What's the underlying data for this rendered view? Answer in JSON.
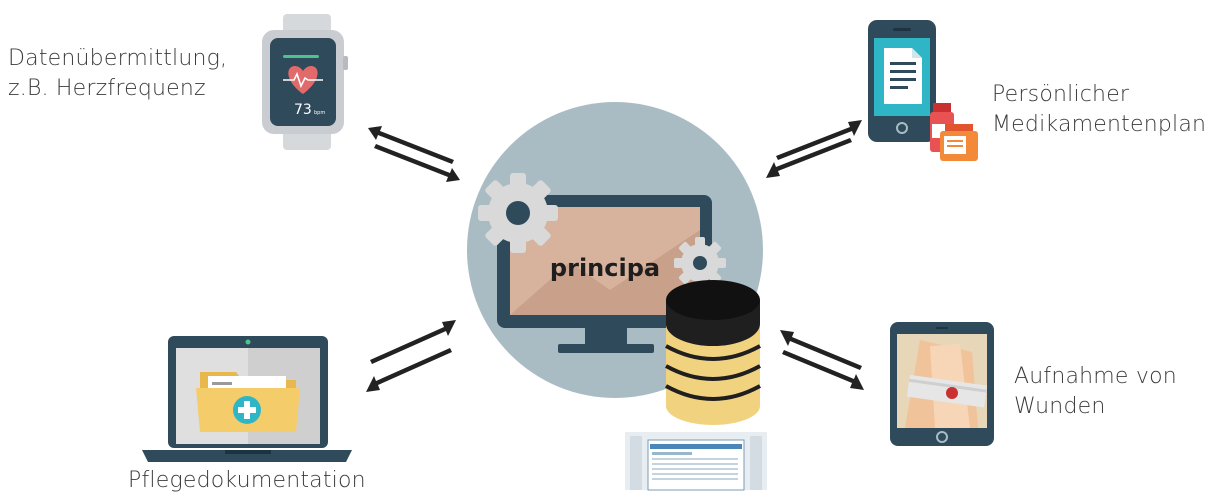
{
  "center": {
    "label": "principa"
  },
  "nodes": {
    "watch": {
      "line1": "Datenübermittlung,",
      "line2": "z.B. Herzfrequenz",
      "reading": "73",
      "unit": "bpm"
    },
    "phone": {
      "line1": "Persönlicher",
      "line2": "Medikamentenplan"
    },
    "laptop": {
      "line1": "Pflegedokumentation"
    },
    "tablet": {
      "line1": "Aufnahme von",
      "line2": "Wunden"
    }
  },
  "colors": {
    "circle": "#a9bcc4",
    "monitor": "#2f4a5a",
    "screen": "#d7b39e",
    "gear": "#d9d9d9",
    "database": "#f1d27e",
    "database_dark": "#1f1f1f",
    "arrow": "#222222",
    "teal": "#2fb6c6"
  },
  "icons": [
    "smartwatch-icon",
    "smartphone-icon",
    "laptop-icon",
    "tablet-icon",
    "monitor-icon",
    "gear-icon",
    "database-icon",
    "medicine-bottle-icon",
    "folder-icon"
  ]
}
